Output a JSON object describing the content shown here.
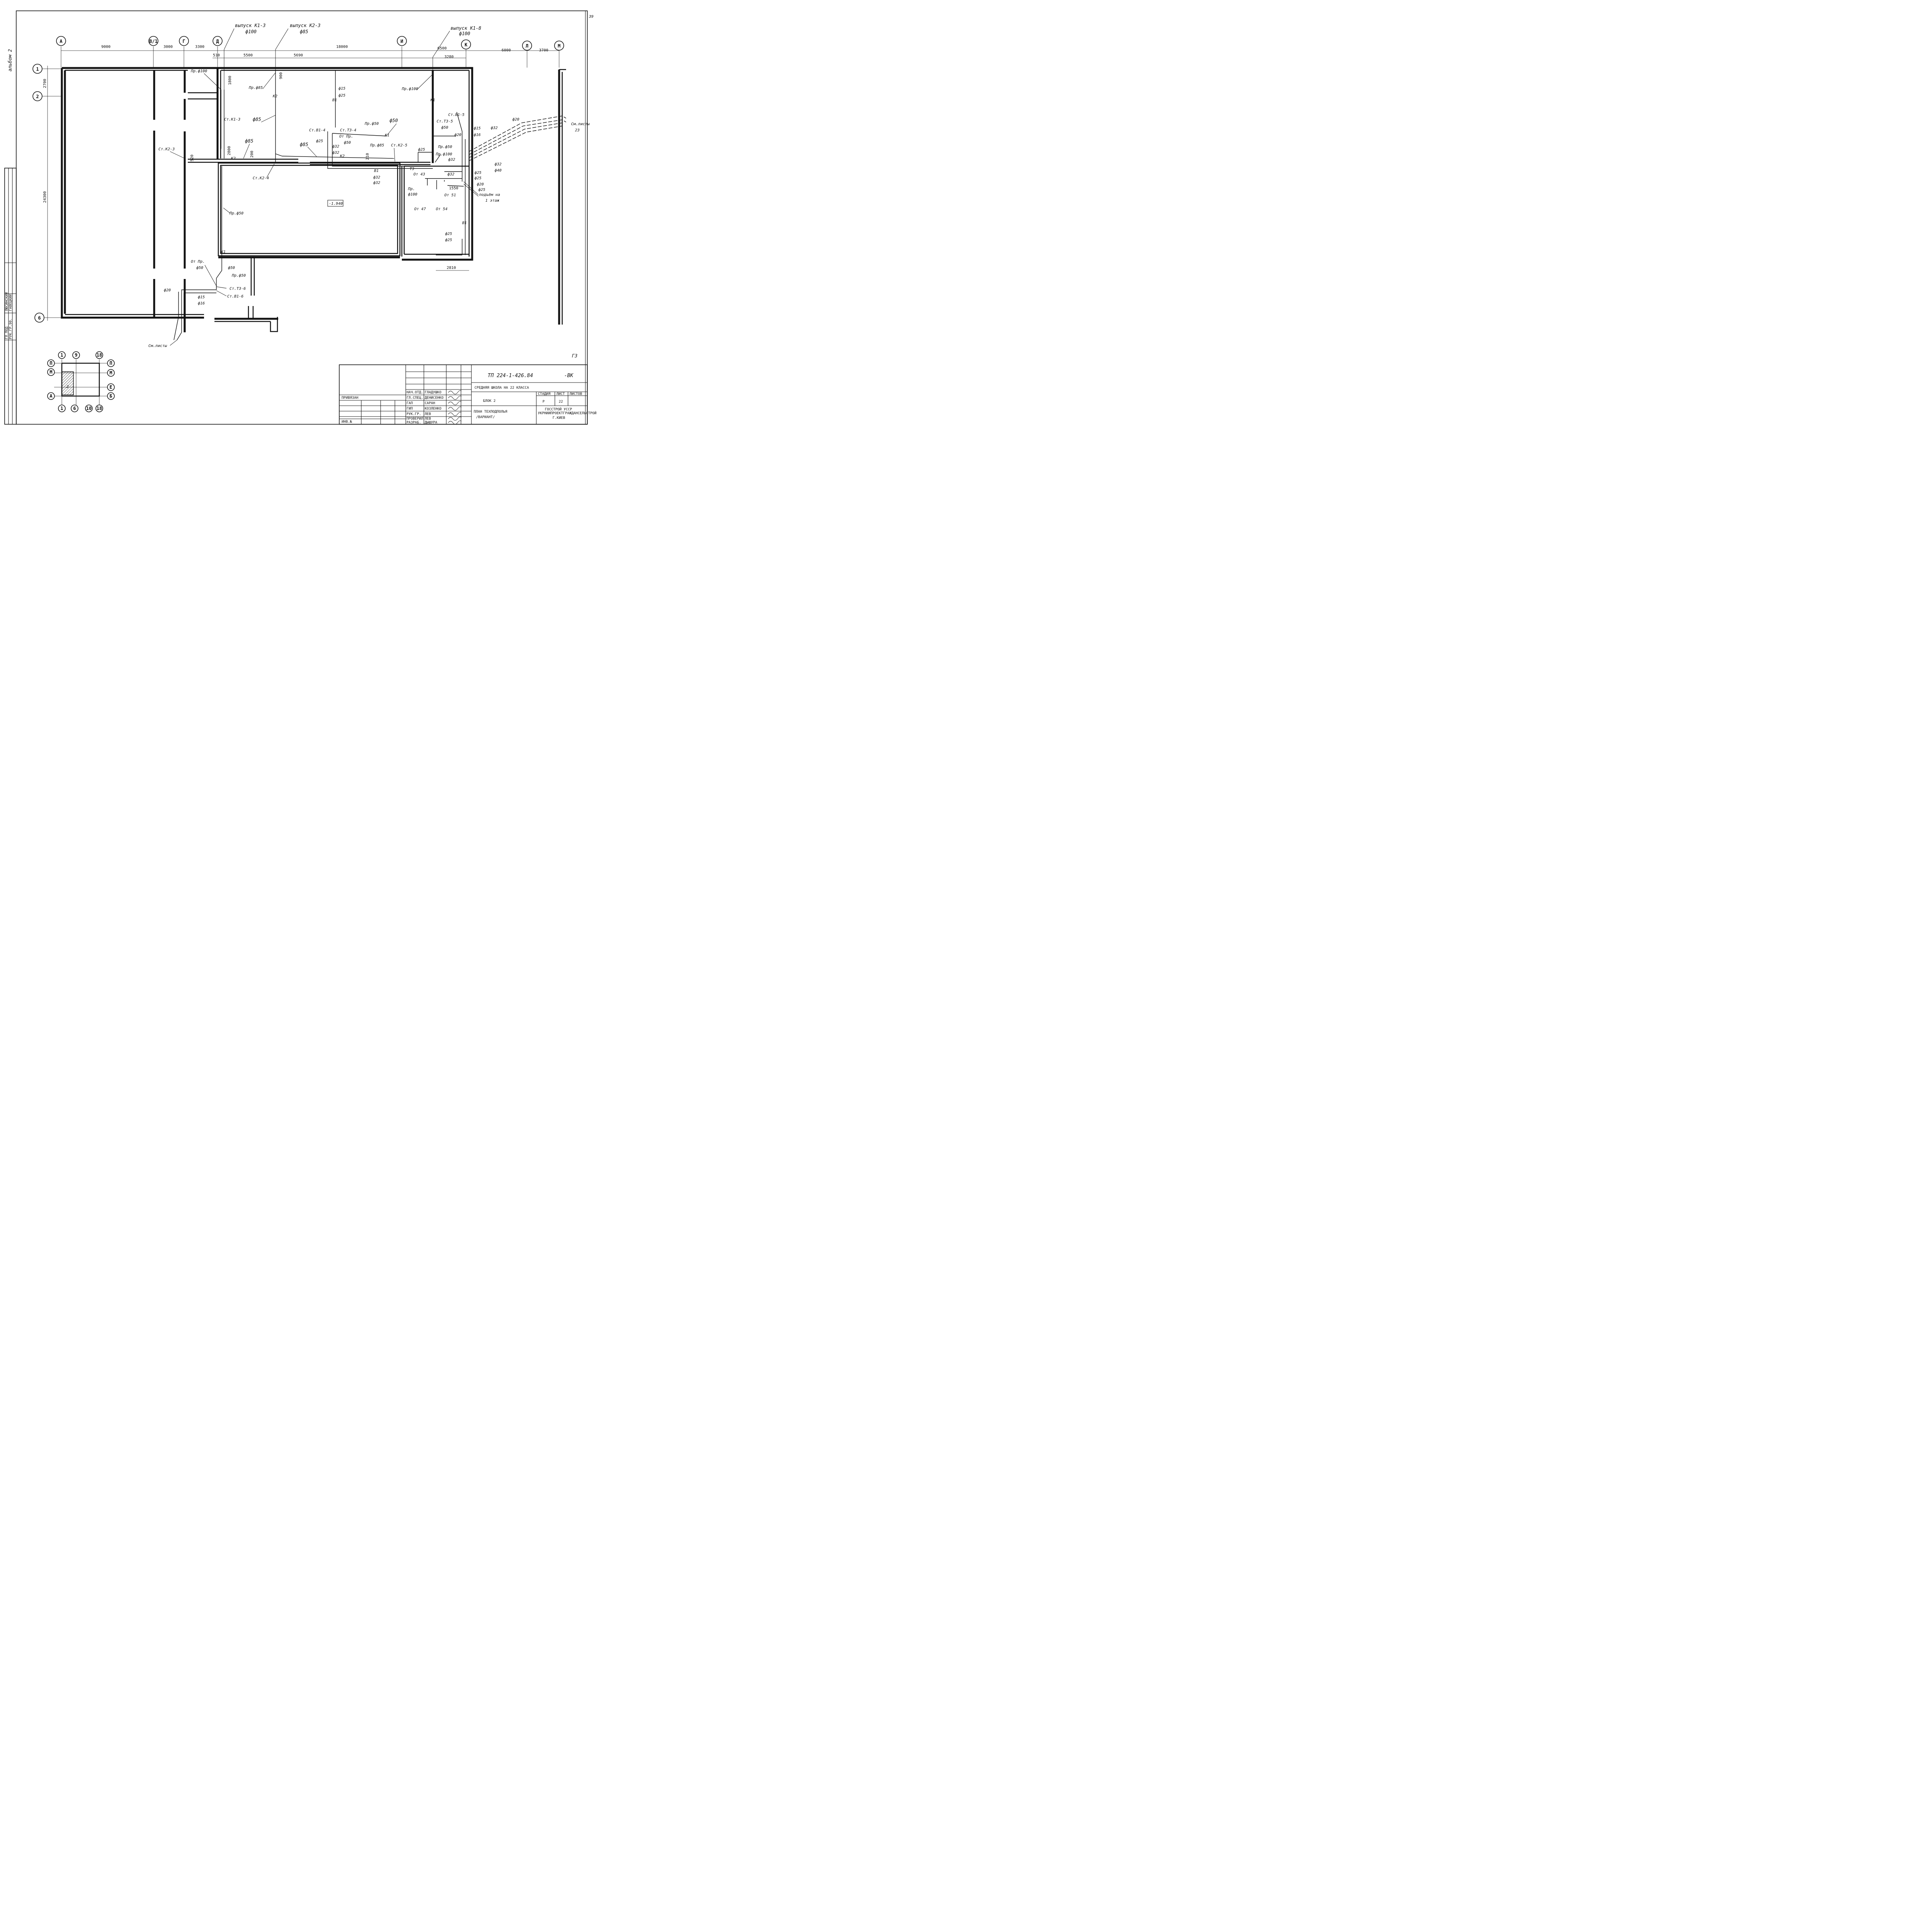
{
  "sheet": {
    "page_number": "39",
    "album_label": "альбом 2",
    "stamp_label": "ГЗ"
  },
  "axes": {
    "horizontal": [
      "А",
      "В/1",
      "Г",
      "Д",
      "И",
      "К",
      "Л",
      "М"
    ],
    "vertical": [
      "1",
      "2",
      "6"
    ]
  },
  "dimensions": {
    "top_row": [
      "9000",
      "3000",
      "3300",
      "18000",
      "6500",
      "6000",
      "3700"
    ],
    "second_row": [
      "510",
      "5500",
      "5690",
      "3280"
    ],
    "left": [
      "2700",
      "24300"
    ],
    "bottom": [
      "2810"
    ],
    "inner": [
      "1800",
      "900",
      "520",
      "2800",
      "200",
      "210",
      "1550"
    ]
  },
  "outlets": [
    {
      "title": "выпуск К1-3",
      "diameter": "ф100"
    },
    {
      "title": "выпуск К2-3",
      "diameter": "ф85"
    },
    {
      "title": "выпуск К1-8",
      "diameter": "ф100"
    }
  ],
  "labels": {
    "pr100_a": "Пр.ф100",
    "pr85_a": "Пр.ф85",
    "pr100_b": "Пр.ф100",
    "d15_d25": "ф15",
    "d25_top": "ф25",
    "st_k13": "Ст.К1-3",
    "d85_a": "ф85",
    "st_b14": "Ст.В1-4",
    "st_t34": "Ст.Т3-4",
    "pr50_a": "Пр.ф50",
    "d50_a": "ф50",
    "st_t35": "Ст.Т3-5",
    "st_b15": "Ст.В1-5",
    "d50_b": "ф50",
    "d20_a": "ф20",
    "d15_b": "ф15",
    "d16": "ф16",
    "d32_a": "ф32",
    "d20_b": "ф20",
    "see_sheet_23": "См.листы",
    "sheet_23": "23",
    "st_k23": "Ст.К2-3",
    "d85_b": "ф85",
    "d85_c": "ф85",
    "d25_b": "ф25",
    "d32_b": "ф32",
    "ot_pr50": "От Пр.",
    "ot_pr50_d": "ф50",
    "pr85_b": "Пр.ф85",
    "st_k25": "Ст.К2-5",
    "pr50_b": "Пр.ф50",
    "d25_c": "ф25",
    "pr100_c": "Пр.ф100",
    "d32_c": "ф32",
    "d32_d": "ф32",
    "d40": "ф40",
    "st_k24": "Ст.К2-4",
    "d32_e": "ф32",
    "d32_f": "ф32",
    "ot_43": "От 43",
    "d32_g": "ф32",
    "d25_d": "ф25",
    "d25_e": "ф25",
    "d20_c": "ф20",
    "d25_f": "ф25",
    "lift": "подъём на",
    "lift_floor": "1 этаж",
    "pr100_d": "Пр.",
    "pr100_d2": "ф100",
    "ot_51": "От 51",
    "ot_47": "От 47",
    "ot_54": "От 54",
    "level": "-1.940",
    "pr50_c": "Пр.ф50",
    "d25_g": "ф25",
    "d25_h": "ф25",
    "ot_pr_b": "От Пр.",
    "ot_pr_b_d": "ф50",
    "d50_c": "ф50",
    "pr50_d": "Пр.ф50",
    "d20_d": "ф20",
    "d15_c": "ф15",
    "d16_b": "ф16",
    "st_t36": "Ст.Т3-6",
    "st_b16": "Ст.В1-6",
    "see_sheets": "См.листы",
    "k1": "К1",
    "k2": "К2",
    "b1": "В1",
    "t3": "Т3"
  },
  "key_plan": {
    "axes_top": [
      "1",
      "9",
      "18"
    ],
    "axes_bottom": [
      "1",
      "6",
      "10",
      "18"
    ],
    "axes_left": [
      "П",
      "М",
      "А"
    ],
    "axes_right": [
      "П",
      "М",
      "Е",
      "Б"
    ],
    "block_label": "2"
  },
  "title_block": {
    "code": "ТП 224-1-426.84",
    "suffix": "-ВК",
    "project": "СРЕДНЯЯ ШКОЛА НА 22 КЛАССА",
    "block": "БЛОК 2",
    "drawing_title": "ПЛАН ТЕХПОДПОЛЬЯ",
    "drawing_subtitle": "/ВАРИАНТ/",
    "stage_header": "СТАДИЯ",
    "sheet_header": "ЛИСТ",
    "sheets_header": "ЛИСТОВ",
    "stage": "Р",
    "sheet": "22",
    "sheets": "",
    "organization_1": "ГОССТРОЙ УССР",
    "organization_2": "УКРНИИПРОЕКТГРАЖДАНСЕЛЬСТРОЙ",
    "organization_3": "Г.КИЕВ",
    "bound_label": "ПРИВЯЗАН",
    "inv_label": "ИНВ.№",
    "signatures": [
      {
        "role": "НАЧ.ОТД.",
        "name": "ГЛАДУШКО"
      },
      {
        "role": "ГЛ.СПЕЦ.",
        "name": "ДЕНИСЕНКО"
      },
      {
        "role": "ГАП",
        "name": "САРАН"
      },
      {
        "role": "ГИП",
        "name": "КОЗЛЕНКО"
      },
      {
        "role": "РУК.ГР.",
        "name": "ЛЕВ"
      },
      {
        "role": "ПРОВЕРИЛ",
        "name": "ЛЕВ"
      },
      {
        "role": "РАЗРАБ.",
        "name": "ДЫШУРА"
      }
    ]
  },
  "side_stamp": {
    "row1": "ГЛ.ПОД",
    "row2": "РУК.ГР.90.",
    "name1": "ЛЮСИНСКИЙ",
    "name2": "ГАВЕЦКИЙ"
  }
}
